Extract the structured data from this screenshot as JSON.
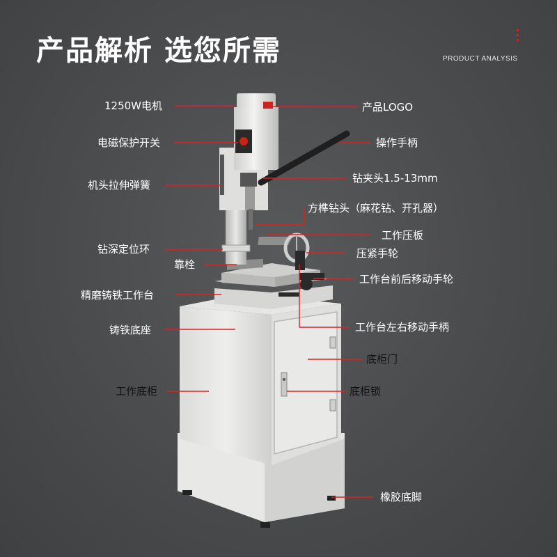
{
  "header": {
    "title": "产品解析 选您所需",
    "subtitle": "PRODUCT ANALYSIS"
  },
  "accent_color": "#e02020",
  "labels_left": {
    "motor": "1250W电机",
    "switch": "电磁保护开关",
    "spring": "机头拉伸弹簧",
    "depth_ring": "钻深定位环",
    "fence": "靠栓",
    "table": "精磨铸铁工作台",
    "base": "铸铁底座",
    "cabinet": "工作底柜"
  },
  "labels_right": {
    "logo": "产品LOGO",
    "handle": "操作手柄",
    "chuck": "钻夹头1.5-13mm",
    "bit": "方榫钻头（麻花钻、开孔器）",
    "press_plate": "工作压板",
    "clamp_wheel": "压紧手轮",
    "fb_wheel": "工作台前后移动手轮",
    "lr_handle": "工作台左右移动手柄",
    "door": "底柜门",
    "lock": "底柜锁",
    "feet": "橡胶底脚"
  }
}
